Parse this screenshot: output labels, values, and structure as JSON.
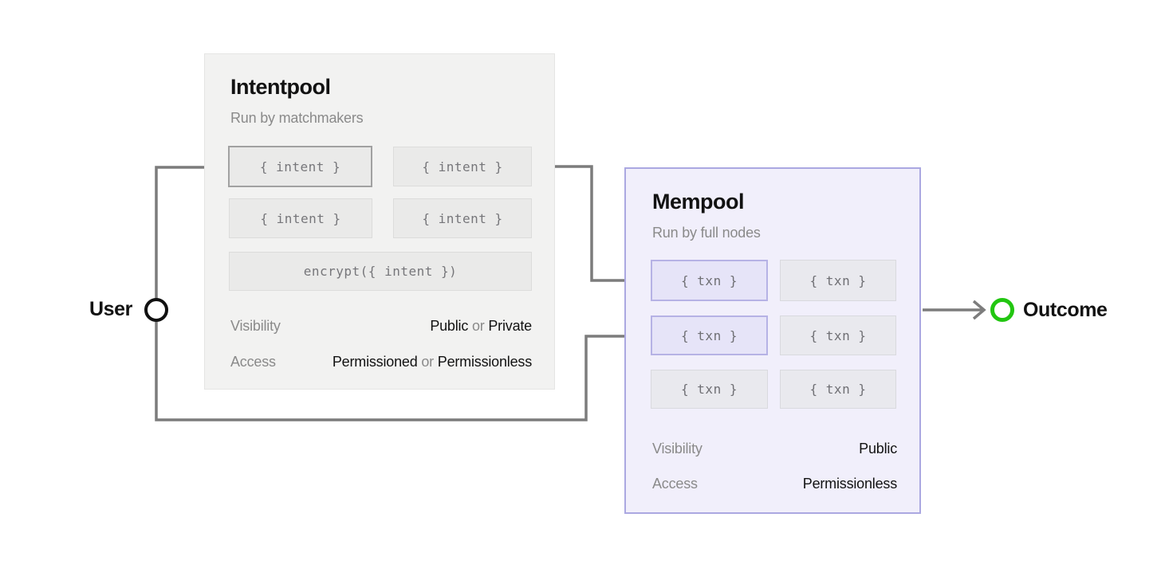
{
  "user": {
    "label": "User"
  },
  "outcome": {
    "label": "Outcome"
  },
  "intentpool": {
    "title": "Intentpool",
    "subtitle": "Run by matchmakers",
    "items": [
      "{ intent }",
      "{ intent }",
      "{ intent }",
      "{ intent }"
    ],
    "encrypt": "encrypt({ intent })",
    "properties": [
      {
        "label": "Visibility",
        "values": [
          "Public",
          "Private"
        ],
        "separator": "or"
      },
      {
        "label": "Access",
        "values": [
          "Permissioned",
          "Permissionless"
        ],
        "separator": "or"
      }
    ]
  },
  "mempool": {
    "title": "Mempool",
    "subtitle": "Run by full nodes",
    "items": [
      "{ txn }",
      "{ txn }",
      "{ txn }",
      "{ txn }",
      "{ txn }",
      "{ txn }"
    ],
    "properties": [
      {
        "label": "Visibility",
        "value": "Public"
      },
      {
        "label": "Access",
        "value": "Permissionless"
      }
    ]
  },
  "colors": {
    "intentpool_bg": "#f2f2f1",
    "mempool_bg": "#f1effb",
    "mempool_accent": "#aba8e1",
    "highlight_purple": "#b6b2e5",
    "outcome_green": "#22c611",
    "arrow_gray": "#7c7c7c"
  },
  "icons": {
    "user_node": "circle-outline-black",
    "outcome_node": "circle-outline-green",
    "arrowhead": "chevron-right"
  }
}
